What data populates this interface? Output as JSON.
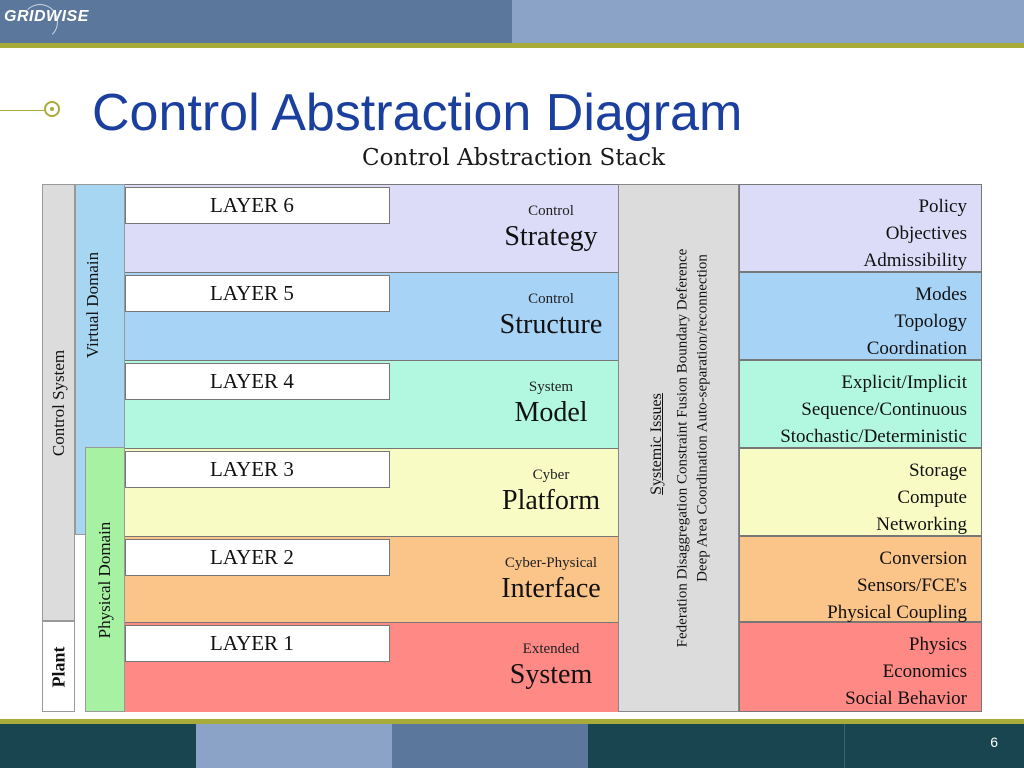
{
  "header": {
    "logo_text": "GRIDWISE"
  },
  "slide": {
    "title": "Control Abstraction Diagram",
    "page_number": "6"
  },
  "diagram": {
    "title": "Control Abstraction Stack",
    "left_columns": {
      "control_system": "Control System",
      "virtual_domain": "Virtual Domain",
      "physical_domain": "Physical Domain",
      "plant": "Plant"
    },
    "systemic_issues": {
      "heading": "Systemic Issues",
      "line1": "Federation Disaggregation Constraint Fusion Boundary Deference",
      "line2": "Deep Area Coordination Auto-separation/reconnection"
    },
    "layers": [
      {
        "layer": "LAYER 6",
        "sub": "Control",
        "main": "Strategy",
        "attrs": [
          "Policy",
          "Objectives",
          "Admissibility"
        ],
        "color": "#dcdcf8"
      },
      {
        "layer": "LAYER 5",
        "sub": "Control",
        "main": "Structure",
        "attrs": [
          "Modes",
          "Topology",
          "Coordination"
        ],
        "color": "#a7d3f7"
      },
      {
        "layer": "LAYER 4",
        "sub": "System",
        "main": "Model",
        "attrs": [
          "Explicit/Implicit",
          "Sequence/Continuous",
          "Stochastic/Deterministic"
        ],
        "color": "#b2f7e0"
      },
      {
        "layer": "LAYER 3",
        "sub": "Cyber",
        "main": "Platform",
        "attrs": [
          "Storage",
          "Compute",
          "Networking"
        ],
        "color": "#f8fcc4"
      },
      {
        "layer": "LAYER 2",
        "sub": "Cyber-Physical",
        "main": "Interface",
        "attrs": [
          "Conversion",
          "Sensors/FCE's",
          "Physical Coupling"
        ],
        "color": "#fbc489"
      },
      {
        "layer": "LAYER 1",
        "sub": "Extended",
        "main": "System",
        "attrs": [
          "Physics",
          "Economics",
          "Social Behavior"
        ],
        "color": "#ff8a85"
      }
    ]
  }
}
